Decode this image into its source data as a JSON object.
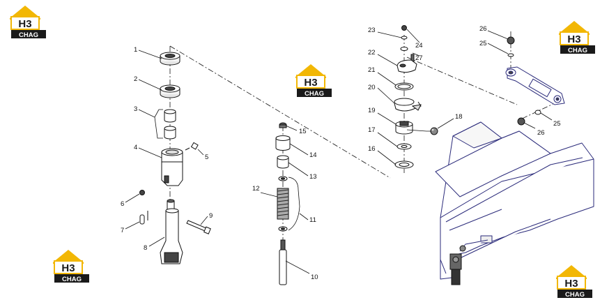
{
  "watermark": {
    "glyph": "H3",
    "word": "CHAG",
    "colors": {
      "roof": "#f2b705",
      "box": "#1a1a1a",
      "text_light": "#ffffff"
    }
  },
  "callouts": [
    "1",
    "2",
    "3",
    "4",
    "5",
    "6",
    "7",
    "8",
    "9",
    "10",
    "11",
    "12",
    "13",
    "14",
    "15",
    "16",
    "17",
    "18",
    "19",
    "20",
    "21",
    "22",
    "23",
    "24",
    "25",
    "25",
    "26",
    "26",
    "27"
  ],
  "colors": {
    "line": "#111111",
    "frame_edge": "#2a2a7a",
    "part_fill": "#ffffff",
    "shade": "#cfcfcf"
  }
}
